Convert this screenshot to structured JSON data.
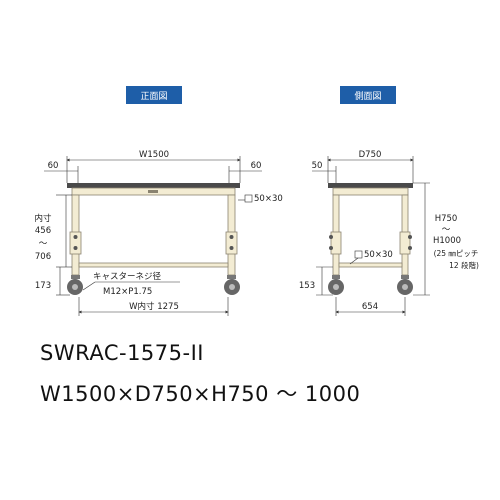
{
  "labels": {
    "front_view": "正面図",
    "side_view": "側面図",
    "w1500": "W1500",
    "w60_left": "60",
    "w60_right": "60",
    "pipe_front": "50×30",
    "inner": "内寸",
    "inner_min": "456",
    "inner_tilde": "〜",
    "inner_max": "706",
    "h173": "173",
    "caster_label": "キャスターネジ径",
    "caster_spec": "M12×P1.75",
    "inner_width": "W内寸 1275",
    "d750": "D750",
    "d50": "50",
    "pipe_side": "50×30",
    "h153": "153",
    "d654": "654",
    "h750": "H750",
    "h_tilde": "〜",
    "h1000": "H1000",
    "pitch": "(25 ㎜ピッチ",
    "steps": "12 段階)"
  },
  "product": {
    "model": "SWRAC-1575-II",
    "spec": "W1500×D750×H750 〜 1000"
  },
  "colors": {
    "tag_bg": "#1e5ea8",
    "top_board": "#4a4a4a",
    "frame": "#f3ecd3",
    "wheel": "#666666"
  }
}
